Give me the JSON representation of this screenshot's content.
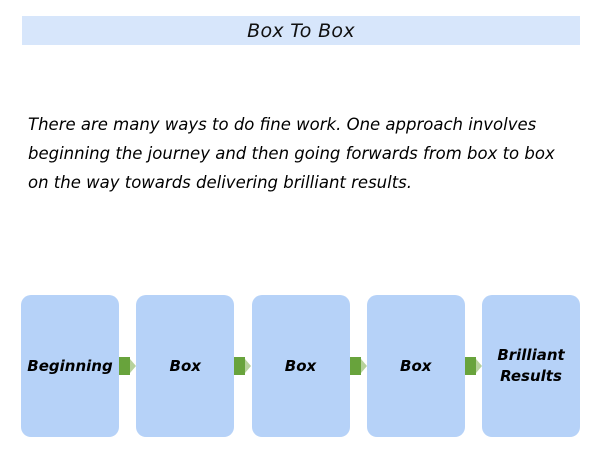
{
  "title_bar": {
    "label": "Box To Box"
  },
  "intro": {
    "text": "There are many ways to do fine work. One approach involves beginning the journey and then going forwards from box to box on the way towards delivering brilliant results."
  },
  "flow": {
    "boxes": [
      {
        "label": "Beginning"
      },
      {
        "label": "Box"
      },
      {
        "label": "Box"
      },
      {
        "label": "Box"
      },
      {
        "label": "Brilliant Results"
      }
    ]
  },
  "colors": {
    "title_bar_bg": "#d7e6fb",
    "box_fill": "#b6d2f8",
    "arrow_green": "#68a33c",
    "arrow_tip": "#b7d29c",
    "text": "#000000"
  }
}
